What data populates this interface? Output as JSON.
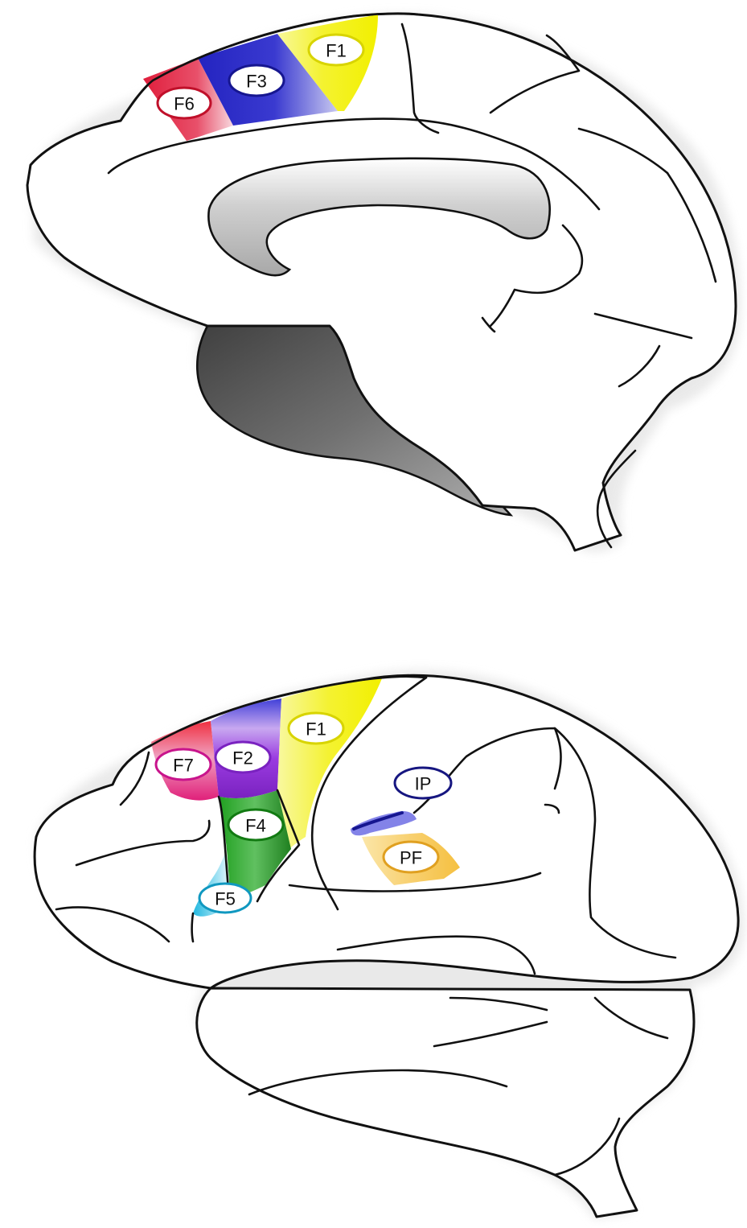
{
  "medial_view": {
    "areas": [
      {
        "id": "F6",
        "label": "F6",
        "color": "#e01e3c",
        "ring_color": "#c0102a"
      },
      {
        "id": "F3",
        "label": "F3",
        "color": "#2020c8",
        "ring_color": "#161690"
      },
      {
        "id": "F1",
        "label": "F1",
        "color": "#f2f000",
        "ring_color": "#d8d400"
      }
    ]
  },
  "lateral_view": {
    "areas": [
      {
        "id": "F7",
        "label": "F7",
        "color": "#e0207a",
        "ring_color": "#c8148c"
      },
      {
        "id": "F2",
        "label": "F2",
        "color": "#9a3be0",
        "ring_color": "#7a22c0"
      },
      {
        "id": "F1",
        "label": "F1",
        "color": "#f2f000",
        "ring_color": "#d8d400"
      },
      {
        "id": "F4",
        "label": "F4",
        "color": "#20a020",
        "ring_color": "#127a12"
      },
      {
        "id": "F5",
        "label": "F5",
        "color": "#20b8e0",
        "ring_color": "#1098c0"
      },
      {
        "id": "IP",
        "label": "IP",
        "color": "#2a2ab8",
        "ring_color": "#161680"
      },
      {
        "id": "PF",
        "label": "PF",
        "color": "#f5c040",
        "ring_color": "#e0a020"
      }
    ]
  }
}
